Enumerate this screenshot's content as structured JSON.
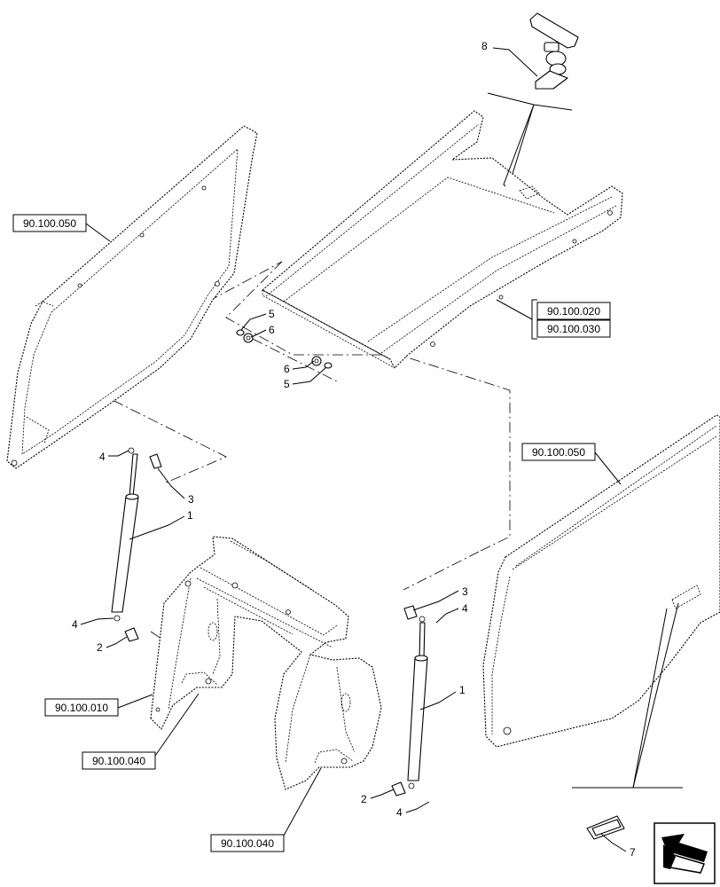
{
  "references": {
    "upper_left_panel": "90.100.050",
    "hood_top_1": "90.100.020",
    "hood_top_2": "90.100.030",
    "right_panel": "90.100.050",
    "frame_left": "90.100.010",
    "frame_bracket_left": "90.100.040",
    "frame_bracket_right": "90.100.040"
  },
  "callouts": {
    "latch": "8",
    "washer_upper": "5",
    "nut_upper": "6",
    "nut_lower": "6",
    "washer_lower": "5",
    "strut_left_top_clip": "4",
    "strut_left_top_stud": "3",
    "strut_left": "1",
    "strut_left_bottom_clip": "4",
    "strut_left_bottom_stud": "2",
    "strut_right_top_stud": "3",
    "strut_right_top_clip": "4",
    "strut_right": "1",
    "strut_right_bottom_stud": "2",
    "strut_right_bottom_clip": "4",
    "handle": "7"
  }
}
